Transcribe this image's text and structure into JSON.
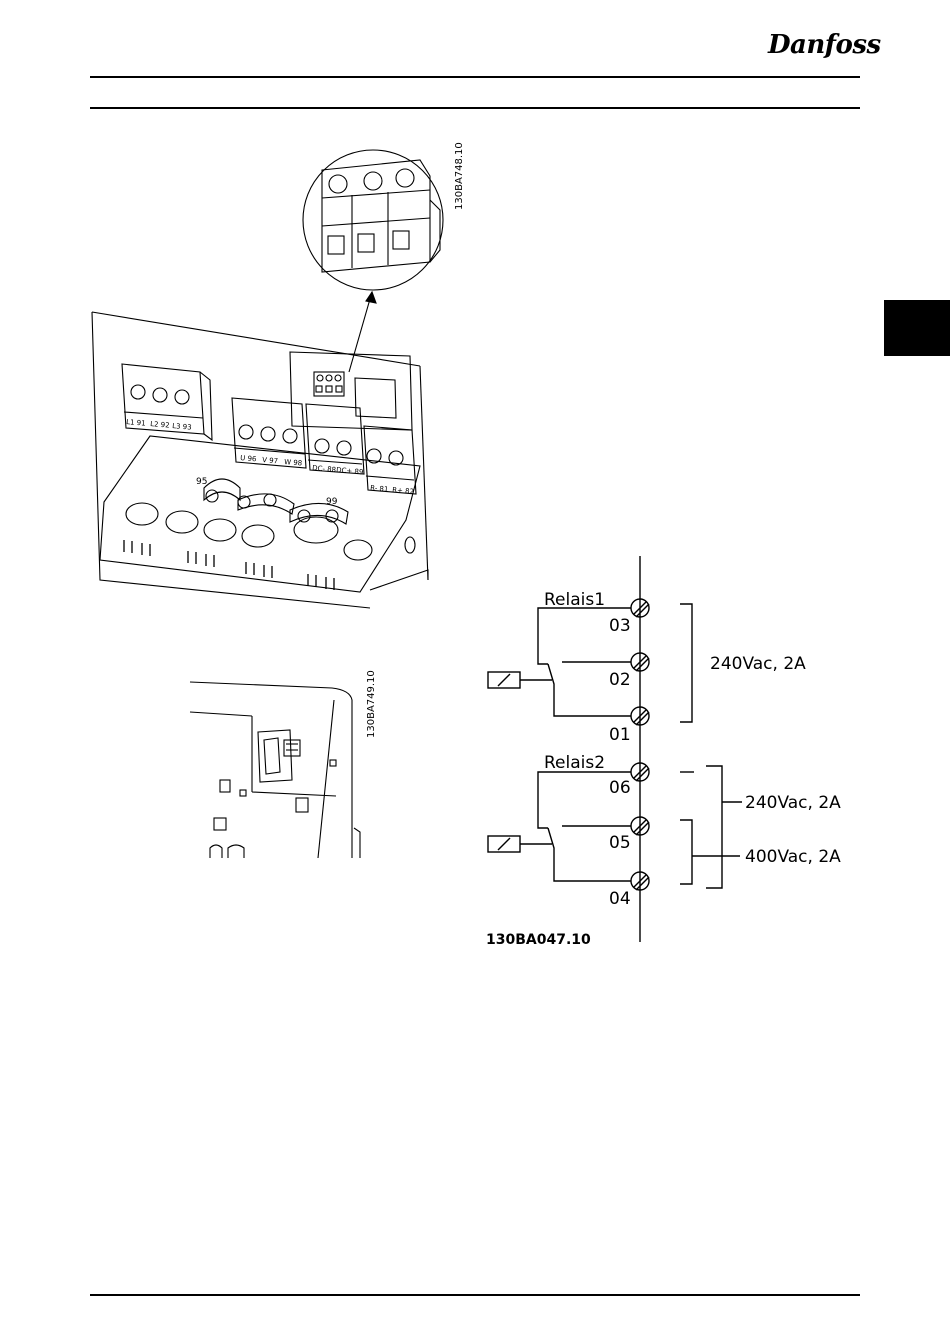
{
  "header": {
    "brand": "Danfoss"
  },
  "figure_top": {
    "code": "130BA748.10",
    "terminal_labels": [
      "L1 91",
      "L2 92",
      "L3 93",
      "U 96",
      "V 97",
      "W 98",
      "DC- 88",
      "DC+ 89",
      "R- 81",
      "R+ 82"
    ],
    "ground_labels": [
      "95",
      "99"
    ]
  },
  "figure_bottom_left": {
    "code": "130BA749.10"
  },
  "relay_diagram": {
    "code": "130BA047.10",
    "relay1": {
      "title": "Relais1",
      "terminals": [
        "03",
        "02",
        "01"
      ],
      "rating": "240Vac, 2A"
    },
    "relay2": {
      "title": "Relais2",
      "terminals": [
        "06",
        "05",
        "04"
      ],
      "rating_a": "240Vac, 2A",
      "rating_b": "400Vac, 2A"
    }
  }
}
